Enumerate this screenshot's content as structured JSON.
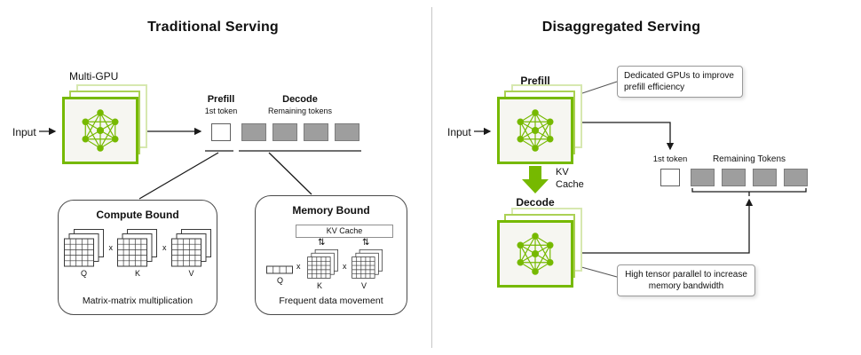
{
  "colors": {
    "nvidia_green": "#76b900",
    "token_gray": "#9e9e9e"
  },
  "icons": {
    "updown_arrows": "⇅",
    "multiply": "x"
  },
  "left": {
    "title": "Traditional Serving",
    "multi_gpu_label": "Multi-GPU",
    "input_label": "Input",
    "prefill_title": "Prefill",
    "prefill_subtitle": "1st token",
    "decode_title": "Decode",
    "decode_subtitle": "Remaining tokens",
    "compute_bound": {
      "title": "Compute Bound",
      "q": "Q",
      "k": "K",
      "v": "V",
      "caption": "Matrix-matrix multiplication"
    },
    "memory_bound": {
      "title": "Memory Bound",
      "kv_cache": "KV Cache",
      "q": "Q",
      "k": "K",
      "v": "V",
      "caption": "Frequent data movement"
    }
  },
  "right": {
    "title": "Disaggregated Serving",
    "input_label": "Input",
    "prefill_label": "Prefill",
    "decode_label": "Decode",
    "kv_cache_label": "KV Cache",
    "first_token_label": "1st token",
    "remaining_tokens_label": "Remaining Tokens",
    "callout_prefill": "Dedicated GPUs to improve prefill efficiency",
    "callout_decode": "High tensor parallel to increase memory bandwidth"
  }
}
